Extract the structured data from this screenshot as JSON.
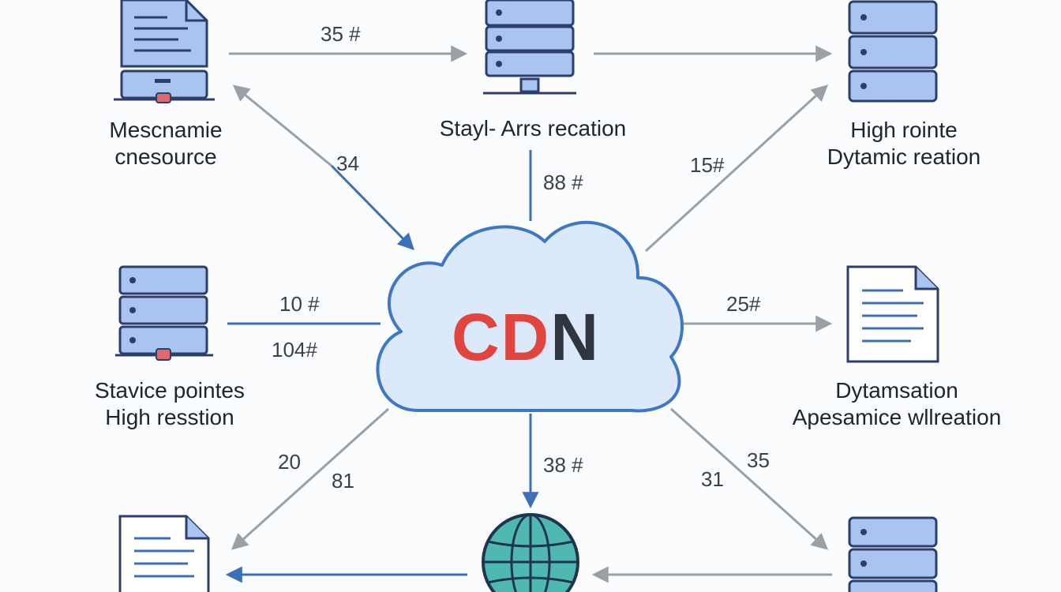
{
  "colors": {
    "arrow_gray": "#9aa0a8",
    "arrow_blue": "#3b6fb6",
    "icon_fill": "#a9c4ef",
    "icon_stroke": "#2c3e6b",
    "cloud_fill": "#dbe9fb",
    "cloud_stroke": "#3d78c6",
    "globe": "#4fb8b0",
    "cdn_red": "#e0453e",
    "cdn_dark": "#2f3640"
  },
  "center": {
    "text_part1": "CD",
    "text_part2": "N",
    "icon": "cloud-icon"
  },
  "nodes": {
    "top_left": {
      "icon": "document-server-icon",
      "line1": "Mescnamie",
      "line2": "cnesource"
    },
    "top_center": {
      "icon": "server-icon",
      "line1": "Stayl- Arrs recation",
      "line2": ""
    },
    "top_right": {
      "icon": "server-icon",
      "line1": "High rointe",
      "line2": "Dytamic reation"
    },
    "mid_left": {
      "icon": "server-icon",
      "line1": "Stavice pointes",
      "line2": "High resstion"
    },
    "mid_right": {
      "icon": "document-icon",
      "line1": "Dytamsation",
      "line2": "Apesamice wllreation"
    },
    "bottom_left": {
      "icon": "document-icon"
    },
    "bottom_center": {
      "icon": "globe-icon"
    },
    "bottom_right": {
      "icon": "server-icon"
    }
  },
  "edges": {
    "top_left_to_top_center": "35 #",
    "top_left_to_cdn": "34",
    "top_center_to_cdn": "88 #",
    "cdn_to_top_right": "15#",
    "mid_left_upper": "10 #",
    "mid_left_lower": "104#",
    "cdn_to_mid_right": "25#",
    "cdn_to_bottom_left_a": "20",
    "cdn_to_bottom_left_b": "81",
    "cdn_to_globe": "38 #",
    "cdn_to_bottom_right_a": "35",
    "cdn_to_bottom_right_b": "31"
  }
}
